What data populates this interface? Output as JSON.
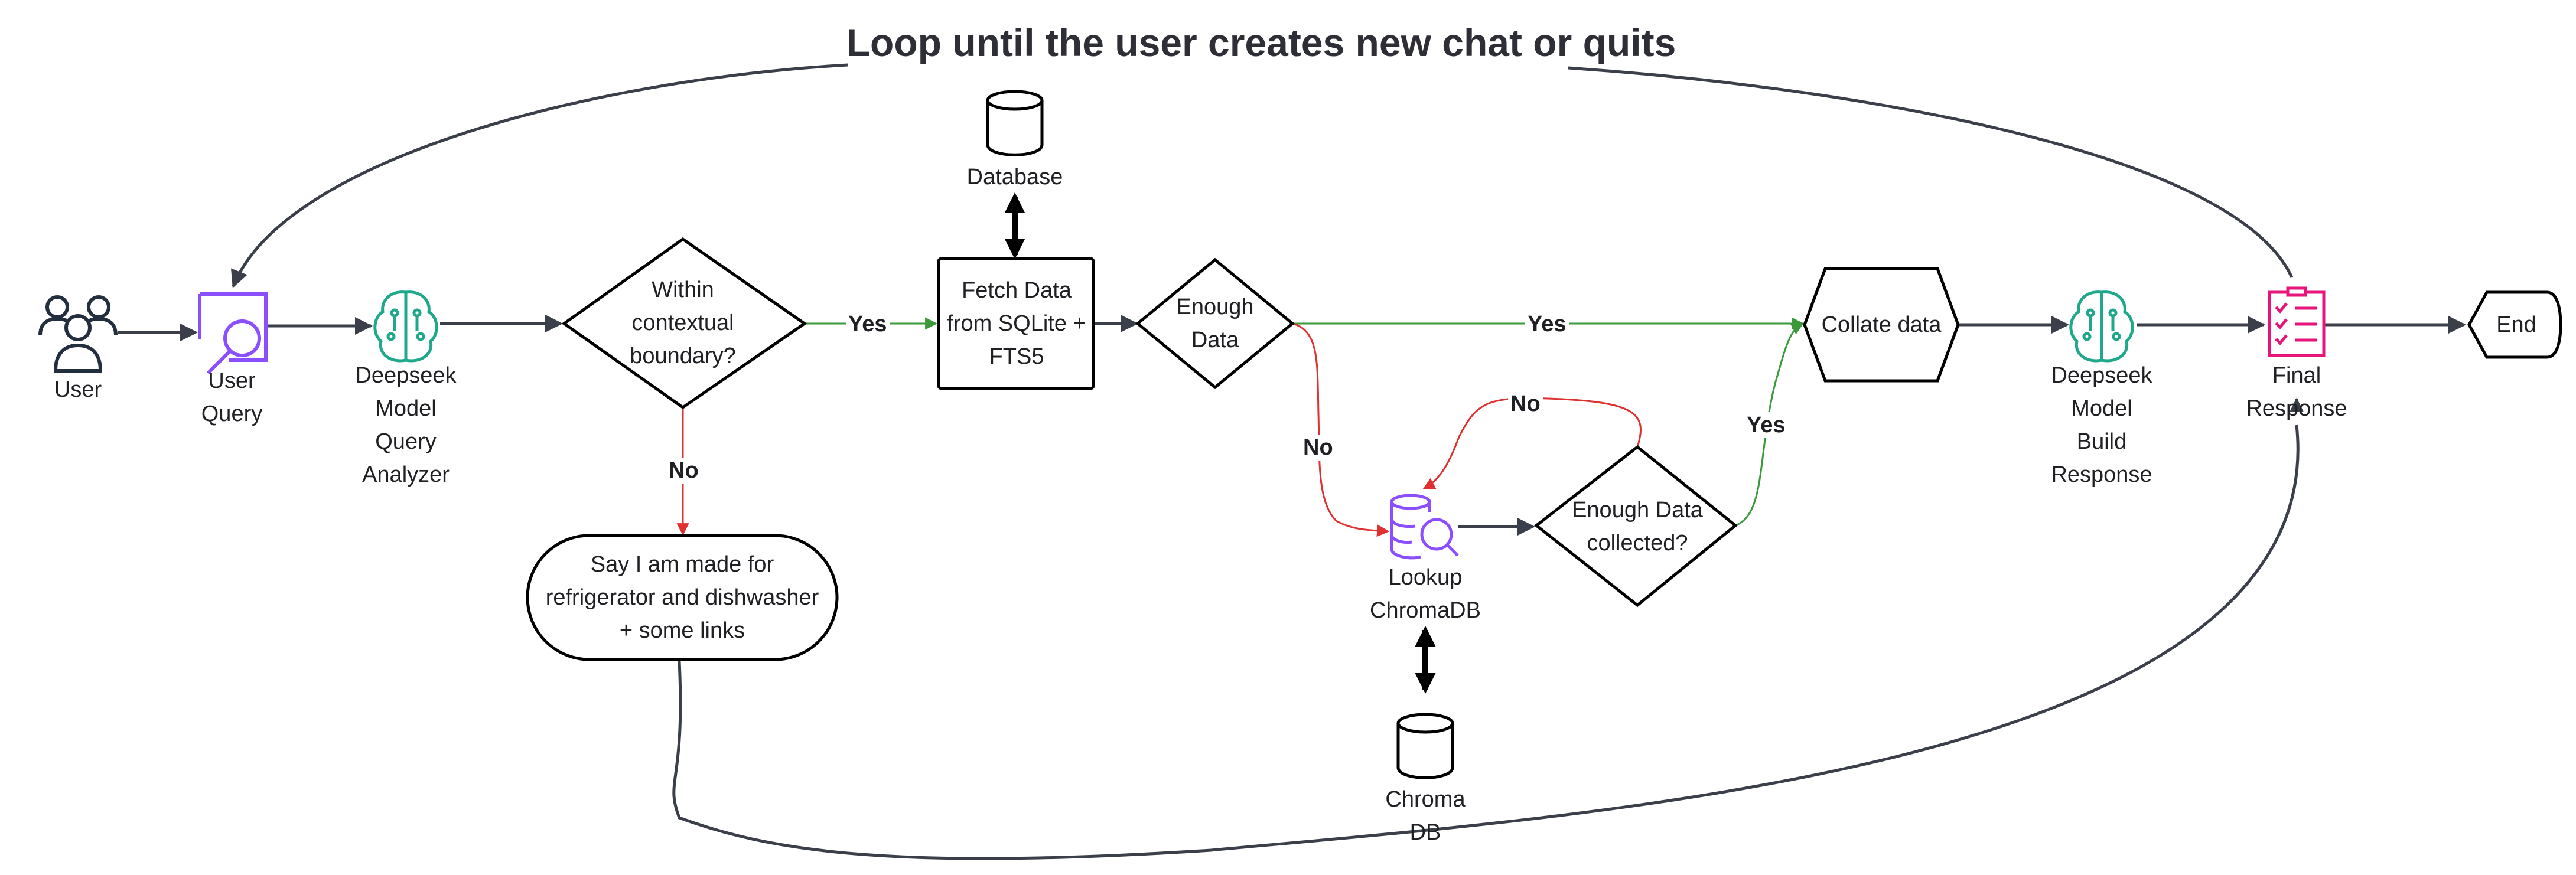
{
  "title": "Loop until the user creates new chat or quits",
  "nodes": {
    "user": "User",
    "user_query": [
      "User",
      "Query"
    ],
    "analyzer": [
      "Deepseek",
      "Model",
      "Query",
      "Analyzer"
    ],
    "boundary": [
      "Within",
      "contextual",
      "boundary?"
    ],
    "database": "Database",
    "fetch": [
      "Fetch Data",
      "from SQLite +",
      "FTS5"
    ],
    "enough_data": [
      "Enough",
      "Data"
    ],
    "say": [
      "Say I am made for",
      "refrigerator and dishwasher",
      "+ some links"
    ],
    "lookup": [
      "Lookup",
      "ChromaDB"
    ],
    "chroma_db": [
      "Chroma",
      "DB"
    ],
    "enough_collected": [
      "Enough Data",
      "collected?"
    ],
    "collate": "Collate data",
    "builder": [
      "Deepseek",
      "Model",
      "Build",
      "Response"
    ],
    "final": [
      "Final",
      "Response"
    ],
    "end": "End"
  },
  "edges": {
    "yes_boundary": "Yes",
    "no_boundary": "No",
    "yes_enough": "Yes",
    "no_enough": "No",
    "no_collected": "No",
    "yes_collected": "Yes"
  },
  "colors": {
    "ink": "#1a1a1a",
    "connector": "#3b3f4a",
    "yes": "#3a9a3a",
    "no": "#e03030",
    "search_icon": "#8c4fff",
    "ai_icon": "#1fa88a",
    "final_icon": "#e7157b",
    "user_icon": "#232f3e"
  },
  "icons": {
    "user": "users-icon",
    "user_query": "search-icon",
    "analyzer": "ai-brain-icon",
    "database": "cylinder-icon",
    "lookup": "database-search-icon",
    "chroma_db": "cylinder-icon",
    "builder": "ai-brain-icon",
    "final": "checklist-icon"
  }
}
